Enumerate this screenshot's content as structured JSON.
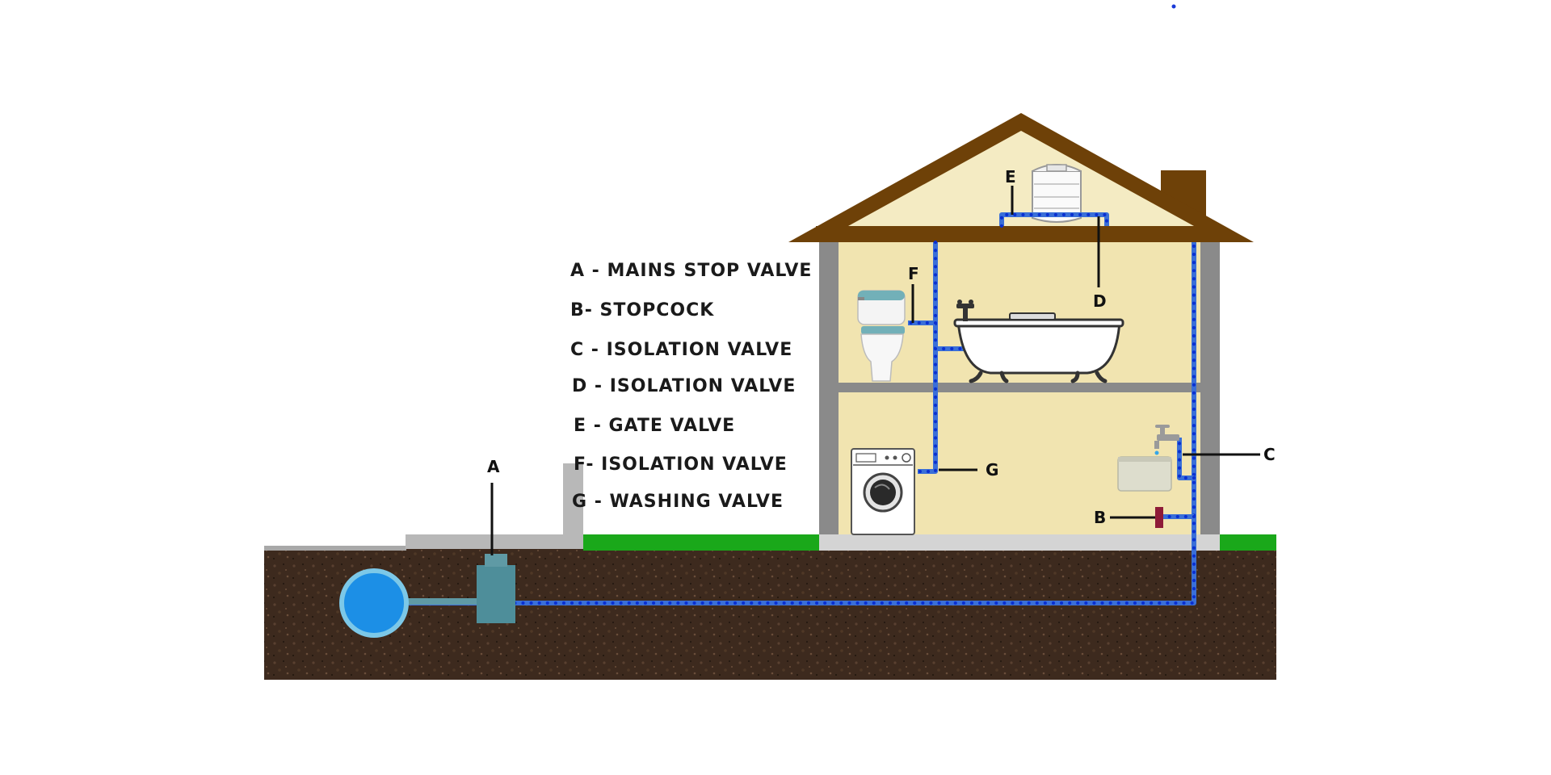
{
  "legend": {
    "a": "A - MAINS STOP VALVE",
    "b": "B- STOPCOCK",
    "c": "C - ISOLATION VALVE",
    "d": "D - ISOLATION VALVE",
    "e": "E - GATE VALVE",
    "f": "F- ISOLATION VALVE",
    "g": "G - WASHING VALVE"
  },
  "markers": {
    "a": "A",
    "b": "B",
    "c": "C",
    "d": "D",
    "e": "E",
    "f": "F",
    "g": "G"
  },
  "colors": {
    "pipe": "#3a6fd8",
    "pipe_dots": "#0a2fd0",
    "roof": "#6e4108",
    "attic": "#f4ebc3",
    "rooms": "#f1e4b0",
    "walls": "#8a8a8a",
    "grass": "#1aa81a",
    "soil": "#3d2a1e",
    "mains": "#1c8fe6",
    "meter_box": "#4e8e9a",
    "stopcock": "#8e1b38"
  },
  "icons": [
    "water-tank-icon",
    "toilet-icon",
    "bathtub-icon",
    "washing-machine-icon",
    "tap-icon",
    "sink-icon",
    "stopcock-icon",
    "water-main-icon",
    "meter-box-icon"
  ]
}
